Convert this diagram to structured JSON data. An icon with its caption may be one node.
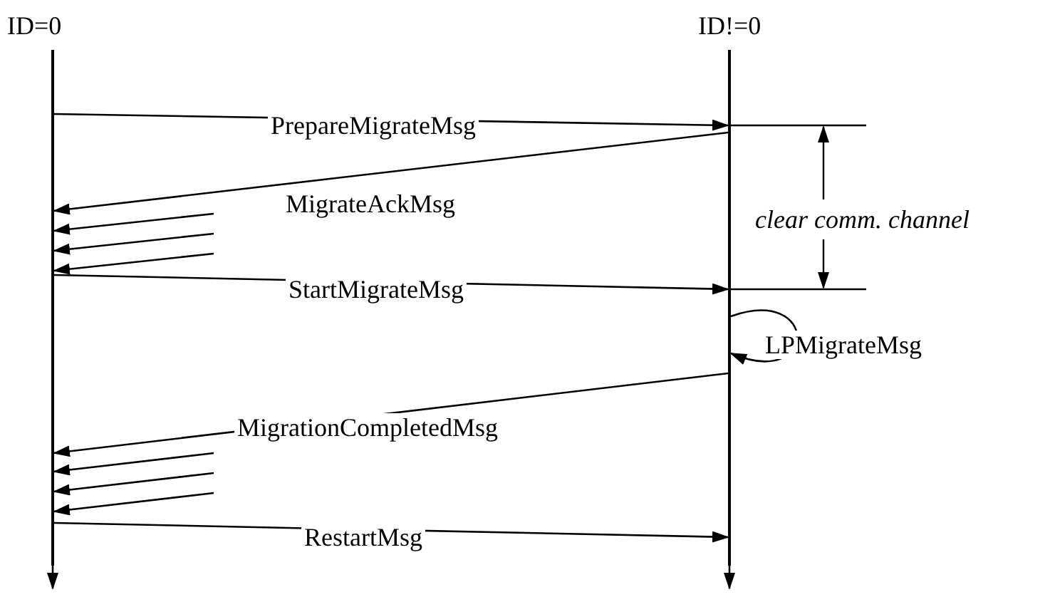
{
  "diagram": {
    "nodes": [
      {
        "text": [
          "ID=0"
        ]
      },
      {
        "text": [
          "ID!=0"
        ]
      },
      {
        "text": [],
        "shape": "bar"
      },
      {
        "text": [],
        "shape": "bar"
      }
    ],
    "edges": [
      {
        "from": 2,
        "to": 3,
        "arrow": "to",
        "label": "PrepareMigrateMsg"
      },
      {
        "from": 3,
        "to": 2,
        "arrow": "to",
        "label": "MigrateAckMsg"
      },
      {
        "from": null,
        "to": 2,
        "arrow": "to"
      },
      {
        "from": null,
        "to": 2,
        "arrow": "to"
      },
      {
        "from": null,
        "to": 2,
        "arrow": "to"
      },
      {
        "from": 2,
        "to": 3,
        "arrow": "to",
        "label": "StartMigrateMsg"
      },
      {
        "from": 3,
        "to": 3,
        "arrow": "to",
        "label": "LPMigrateMsg"
      },
      {
        "from": 3,
        "to": 2,
        "arrow": "to",
        "label": "MigrationCompletedMsg"
      },
      {
        "from": null,
        "to": 2,
        "arrow": "to"
      },
      {
        "from": null,
        "to": 2,
        "arrow": "to"
      },
      {
        "from": null,
        "to": 2,
        "arrow": "to"
      },
      {
        "from": 2,
        "to": 3,
        "arrow": "to",
        "label": "RestartMsg"
      },
      {
        "from": 2,
        "to": null,
        "arrow": "to"
      },
      {
        "from": 3,
        "to": null,
        "arrow": "to"
      }
    ],
    "labels": [
      "clear comm. channel"
    ]
  }
}
